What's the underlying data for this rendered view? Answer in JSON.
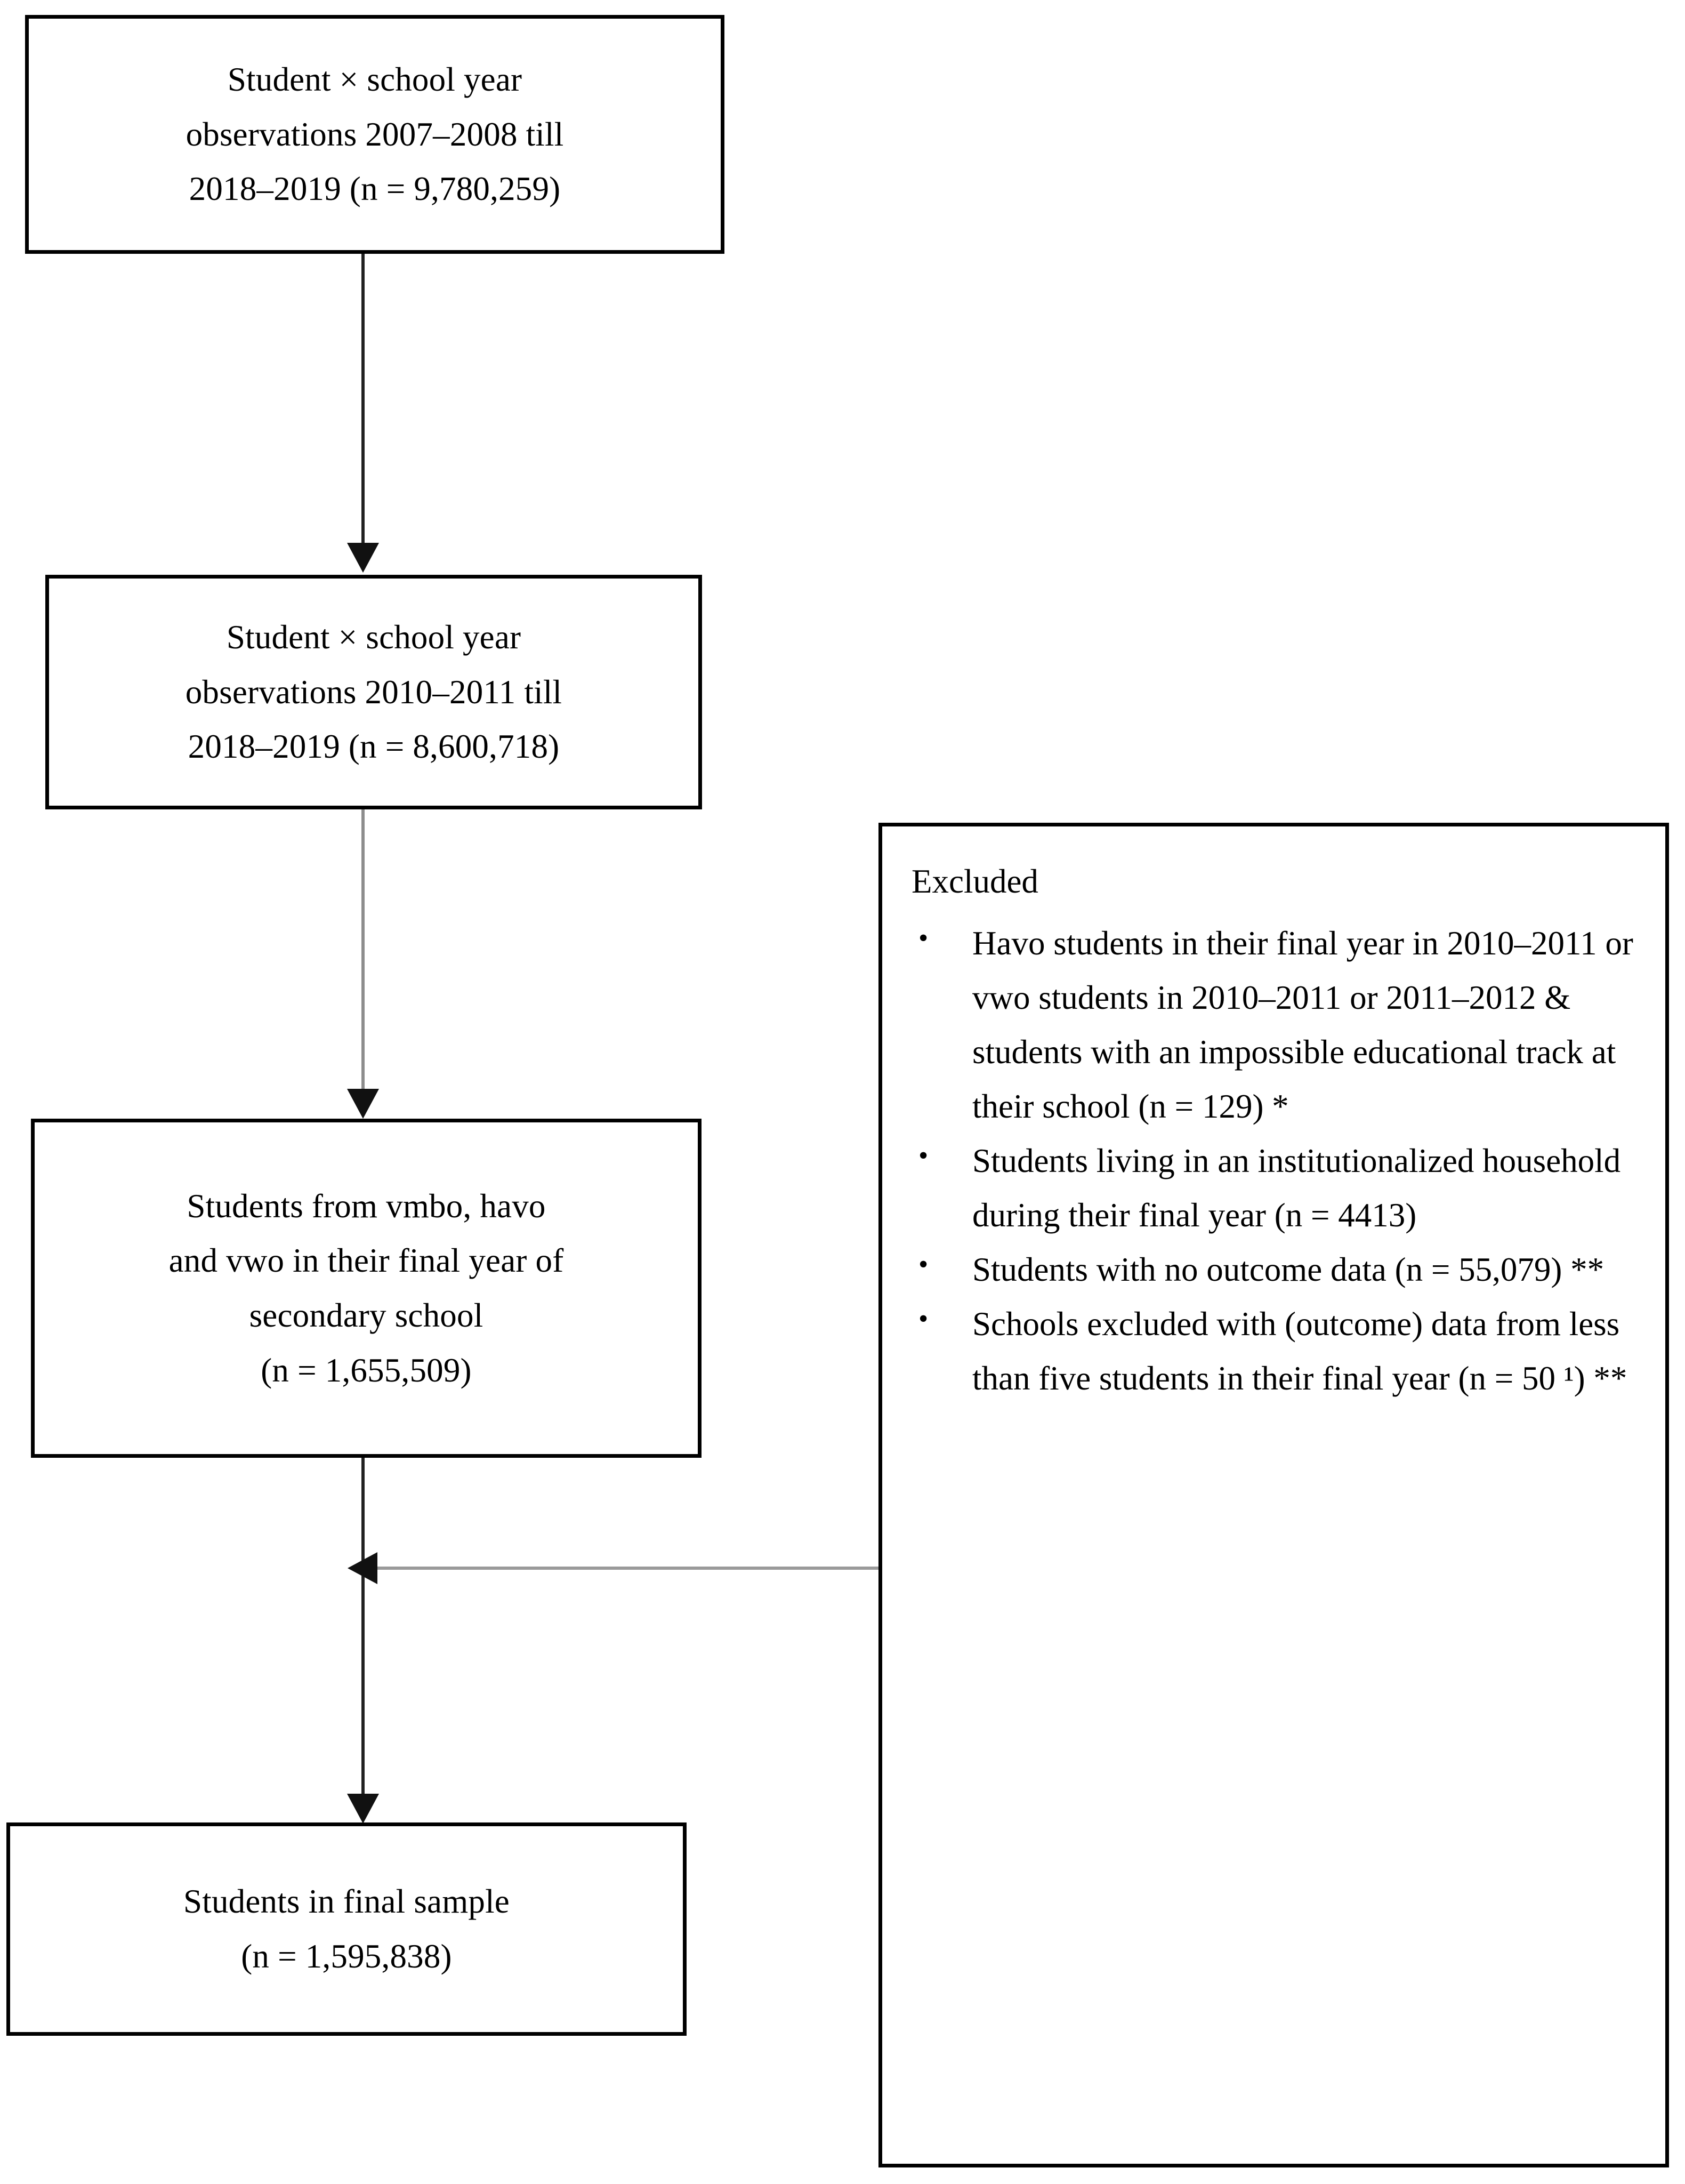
{
  "figure": {
    "type": "flowchart",
    "orientation": "vertical-with-side-exclusion",
    "boxes": [
      {
        "id": "box-1",
        "name": "total-observations-box",
        "lines": [
          "Student × school year",
          "observations 2007–2008 till",
          "2018–2019 (n = 9,780,259)"
        ]
      },
      {
        "id": "box-2",
        "name": "restricted-observations-box",
        "lines": [
          "Student × school year",
          "observations 2010–2011 till",
          "2018–2019 (n = 8,600,718)"
        ]
      },
      {
        "id": "box-3",
        "name": "final-year-students-box",
        "lines": [
          "Students from vmbo, havo",
          "and vwo in their final year of",
          "secondary school",
          "(n = 1,655,509)"
        ]
      },
      {
        "id": "box-4",
        "name": "final-sample-box",
        "lines": [
          "Students in final sample",
          "(n = 1,595,838)"
        ]
      }
    ]
  },
  "excluded": {
    "title": "Excluded",
    "bullet_glyph": "•",
    "items": [
      "Havo students in their final year in 2010–2011 or vwo students in 2010–2011 or 2011–2012 & students with an impossible educational track at their school (n = 129) *",
      "Students living in an institutionalized household during their final year (n = 4413)",
      "Students with no outcome data (n = 55,079) **",
      "Schools excluded with (outcome) data from less than five students in their final year (n = 50 ¹) **"
    ]
  },
  "colors": {
    "border": "#000000",
    "text": "#000000",
    "connector_dark": "#222222",
    "connector_grey": "#8d8d8d",
    "background": "#ffffff"
  }
}
